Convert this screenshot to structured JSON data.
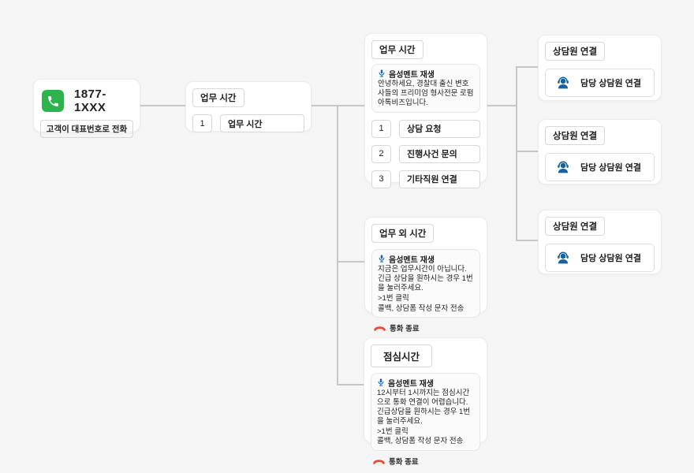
{
  "colors": {
    "bg": "#f5f5f6",
    "card-border": "#ececec",
    "box-border": "#d9d9d9",
    "line": "#c7c7c7",
    "green": "#2eb44c",
    "blue": "#1565c0",
    "agent-blue": "#16629e",
    "danger": "#f4452e"
  },
  "start_node": {
    "phone_number": "1877-1XXX",
    "caption": "고객이 대표번호로 전화"
  },
  "selector_node": {
    "title": "업무 시간",
    "option_key": "1",
    "option_label": "업무 시간"
  },
  "business_node": {
    "title": "업무 시간",
    "voice_label": "음성멘트 재생",
    "voice_text": "안녕하세요, 경찰대 출신 변호사들의 프리미엄 형사전문 로펌 아톡비즈입니다.",
    "options": [
      {
        "key": "1",
        "label": "상담 요청"
      },
      {
        "key": "2",
        "label": "진행사건 문의"
      },
      {
        "key": "3",
        "label": "기타직원 연결"
      }
    ]
  },
  "offhours_node": {
    "title": "업무 외 시간",
    "voice_label": "음성멘트 재생",
    "voice_lines": [
      "지금은 업무시간이 아닙니다. 긴급 상담을 원하시는 경우 1번을 눌러주세요.",
      ">1번 클릭",
      "콜백, 상담폼 작성 문자 전송"
    ],
    "end_label": "통화 종료"
  },
  "lunch_node": {
    "title": "점심시간",
    "voice_label": "음성멘트 재생",
    "voice_lines": [
      "12시부터 1시까지는 점심시간으로 통화 연결이 어렵습니다. 긴급상담을 원하시는 경우 1번을 눌러주세요.",
      ">1번 클릭",
      "콜백, 상담폼 작성 문자 전송"
    ],
    "end_label": "통화 종료"
  },
  "agent_nodes": [
    {
      "title": "상담원 연결",
      "label": "담당 상담원 연결"
    },
    {
      "title": "상담원 연결",
      "label": "담당 상담원 연결"
    },
    {
      "title": "상담원 연결",
      "label": "담당 상담원 연결"
    }
  ]
}
